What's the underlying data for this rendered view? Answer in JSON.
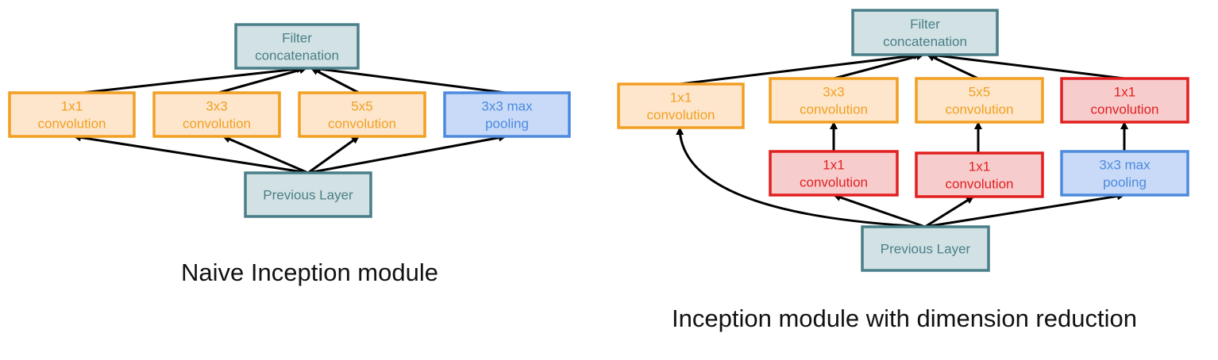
{
  "styles": {
    "filter": {
      "fill": "#d2e2e4",
      "stroke": "#4a7e88",
      "text": "#4a7e88"
    },
    "conv": {
      "fill": "#fde6cc",
      "stroke": "#f29f22",
      "text": "#f29f22"
    },
    "reduce": {
      "fill": "#f7cccd",
      "stroke": "#e21f1f",
      "text": "#e21f1f"
    },
    "pool": {
      "fill": "#c8daf8",
      "stroke": "#4d8ade",
      "text": "#4d8ade"
    },
    "prev": {
      "fill": "#d2e2e4",
      "stroke": "#4a7e88",
      "text": "#4a7e88"
    }
  },
  "naive": {
    "caption": "Naive Inception module",
    "filter": {
      "label": [
        "Filter",
        "concatenation"
      ],
      "style": "filter"
    },
    "conv1": {
      "label": [
        "1x1",
        "convolution"
      ],
      "style": "conv"
    },
    "conv3": {
      "label": [
        "3x3",
        "convolution"
      ],
      "style": "conv"
    },
    "conv5": {
      "label": [
        "5x5",
        "convolution"
      ],
      "style": "conv"
    },
    "pool": {
      "label": [
        "3x3 max",
        "pooling"
      ],
      "style": "pool"
    },
    "prev": {
      "label": [
        "Previous Layer"
      ],
      "style": "prev"
    }
  },
  "reduced": {
    "caption": "Inception module with dimension reduction",
    "filter": {
      "label": [
        "Filter",
        "concatenation"
      ],
      "style": "filter"
    },
    "conv1": {
      "label": [
        "1x1",
        "convolution"
      ],
      "style": "conv"
    },
    "conv3": {
      "label": [
        "3x3",
        "convolution"
      ],
      "style": "conv"
    },
    "conv5": {
      "label": [
        "5x5",
        "convolution"
      ],
      "style": "conv"
    },
    "poolproj": {
      "label": [
        "1x1",
        "convolution"
      ],
      "style": "reduce"
    },
    "red3": {
      "label": [
        "1x1",
        "convolution"
      ],
      "style": "reduce"
    },
    "red5": {
      "label": [
        "1x1",
        "convolution"
      ],
      "style": "reduce"
    },
    "pool": {
      "label": [
        "3x3 max",
        "pooling"
      ],
      "style": "pool"
    },
    "prev": {
      "label": [
        "Previous Layer"
      ],
      "style": "prev"
    }
  },
  "edges": {
    "naive": [
      [
        "conv1",
        "filter"
      ],
      [
        "conv3",
        "filter"
      ],
      [
        "conv5",
        "filter"
      ],
      [
        "pool",
        "filter"
      ],
      [
        "prev",
        "conv1"
      ],
      [
        "prev",
        "conv3"
      ],
      [
        "prev",
        "conv5"
      ],
      [
        "prev",
        "pool"
      ]
    ],
    "reduced": [
      [
        "conv1",
        "filter"
      ],
      [
        "conv3",
        "filter"
      ],
      [
        "conv5",
        "filter"
      ],
      [
        "poolproj",
        "filter"
      ],
      [
        "red3",
        "conv3"
      ],
      [
        "red5",
        "conv5"
      ],
      [
        "pool",
        "poolproj"
      ],
      [
        "prev",
        "conv1"
      ],
      [
        "prev",
        "red3"
      ],
      [
        "prev",
        "red5"
      ],
      [
        "prev",
        "pool"
      ]
    ]
  }
}
